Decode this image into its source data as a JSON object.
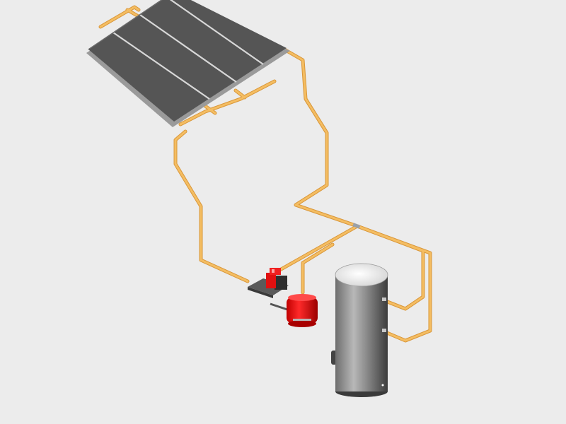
{
  "colors": {
    "background": "#ececec",
    "pipe": "#f0b450",
    "pipe_edge": "#d99a3c",
    "panel_cell": "#555555",
    "panel_frame": "#9a9a9a",
    "panel_divider": "#d8d8d8",
    "tank_body": "#7a7a7a",
    "tank_top": "#f2f2f2",
    "pump_red": "#e01010",
    "pump_base": "#505050"
  },
  "components": [
    {
      "name": "solar-collector-array",
      "icon": "solar-panel-icon",
      "panel_count": 4
    },
    {
      "name": "circulation-pump-station",
      "icon": "pump-icon"
    },
    {
      "name": "expansion-vessel",
      "icon": "expansion-tank-icon"
    },
    {
      "name": "hot-water-storage-tank",
      "icon": "water-tank-icon"
    },
    {
      "name": "pipe-network",
      "icon": "pipe-icon"
    }
  ]
}
